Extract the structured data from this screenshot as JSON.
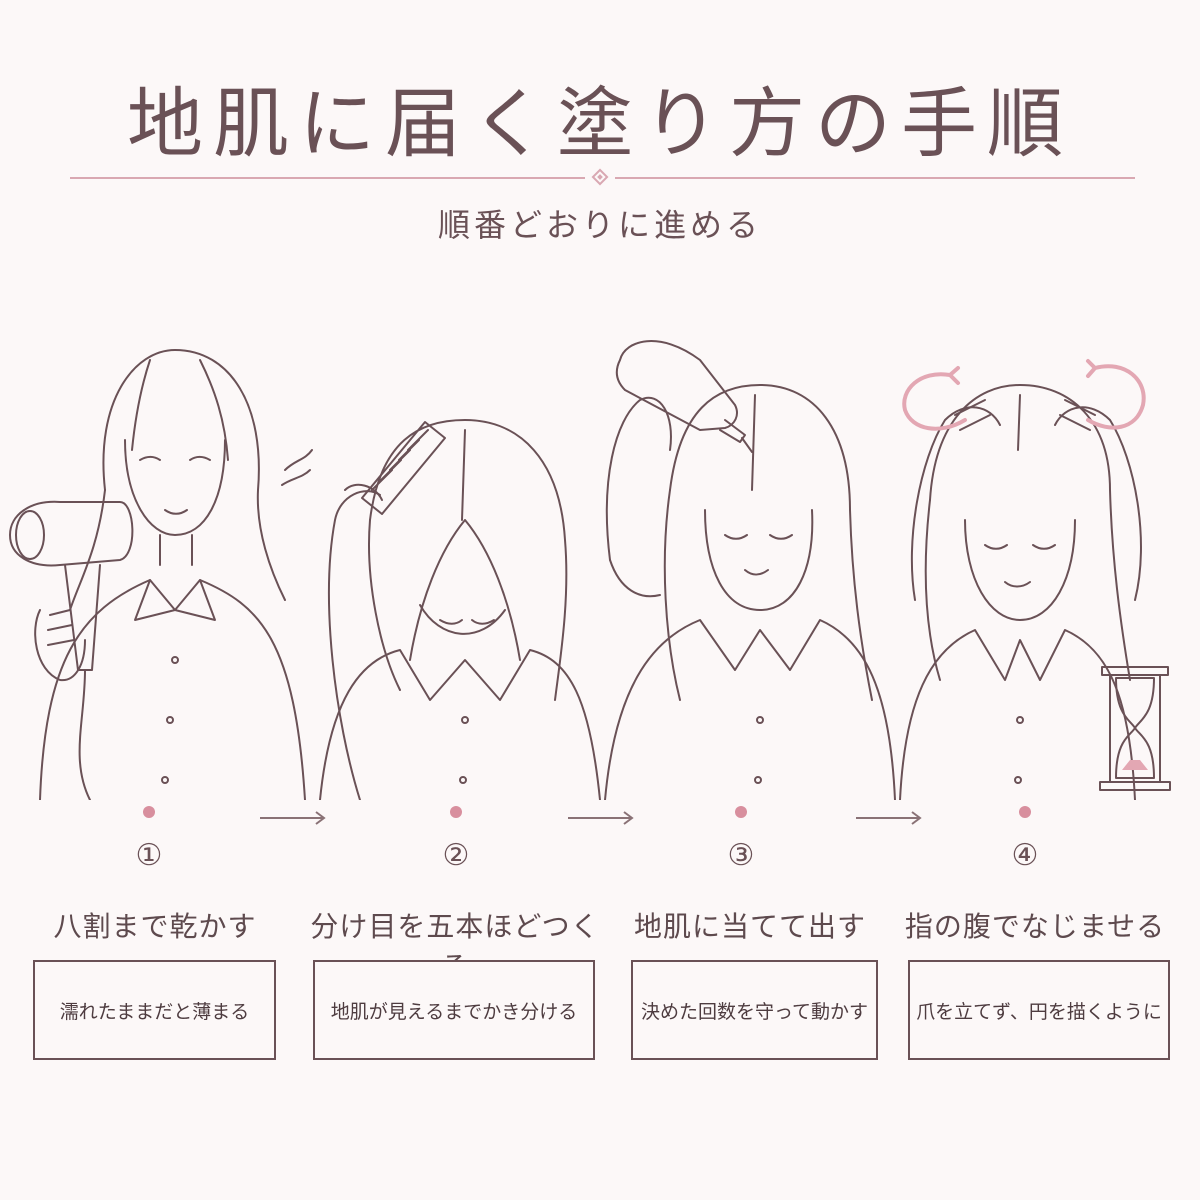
{
  "header": {
    "title": "地肌に届く塗り方の手順",
    "subtitle": "順番どおりに進める"
  },
  "colors": {
    "accent": "#d88f9e",
    "rule": "#d9a8b2",
    "ink": "#6a5156",
    "background": "#fcf8f8"
  },
  "steps": [
    {
      "number": "①",
      "title": "八割まで乾かす",
      "note": "濡れたままだと薄まる",
      "illustration": "hair-dryer-icon"
    },
    {
      "number": "②",
      "title": "分け目を五本ほどつくる",
      "note": "地肌が見えるまでかき分ける",
      "illustration": "comb-icon"
    },
    {
      "number": "③",
      "title": "地肌に当てて出す",
      "note": "決めた回数を守って動かす",
      "illustration": "bottle-icon"
    },
    {
      "number": "④",
      "title": "指の腹でなじませる",
      "note": "爪を立てず、円を描くように",
      "illustration": "hourglass-icon"
    }
  ]
}
